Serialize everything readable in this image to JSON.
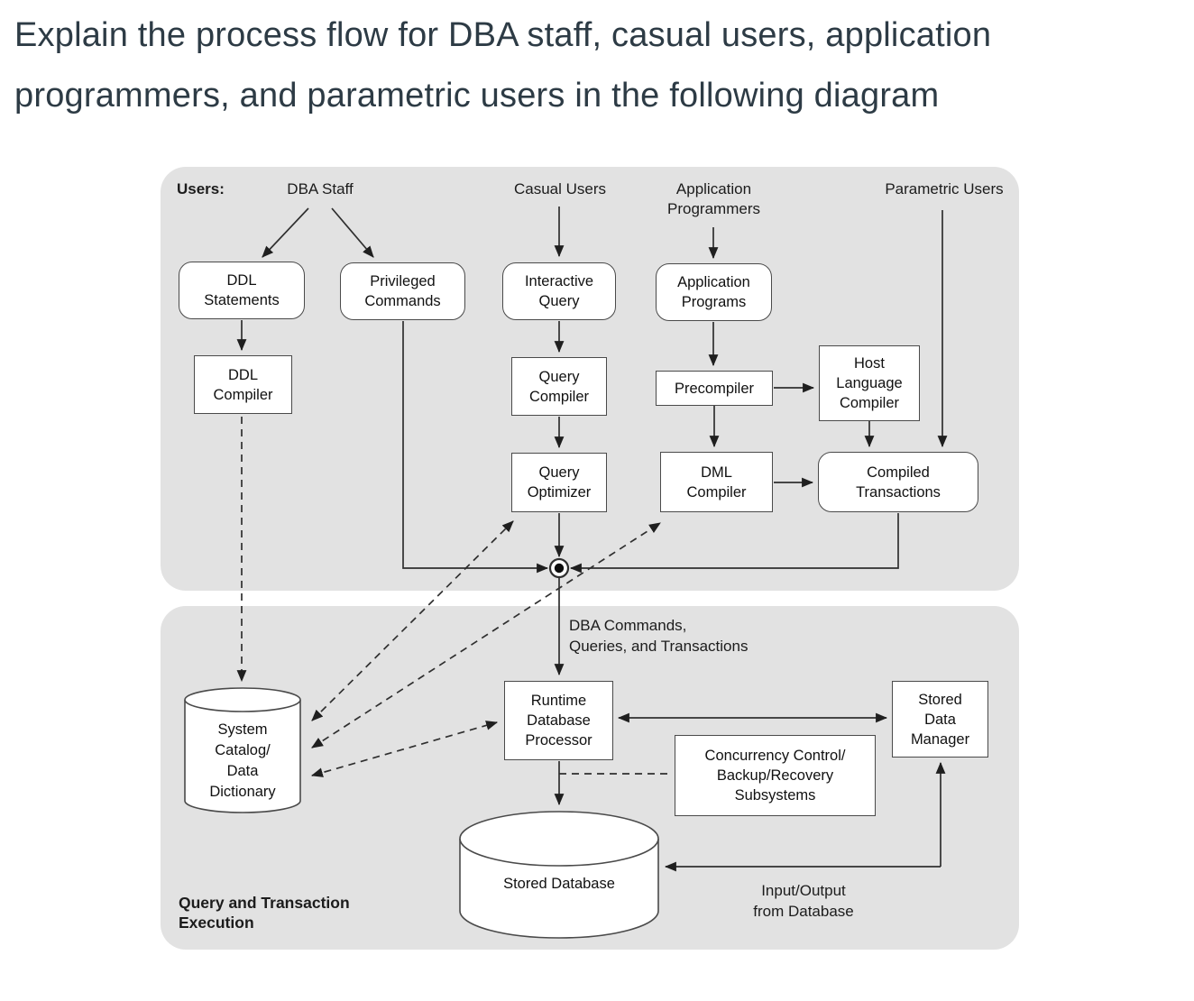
{
  "question": {
    "text": "Explain the process flow for DBA staff, casual users, application programmers, and parametric users in the following diagram"
  },
  "diagram": {
    "users_label": "Users:",
    "user_groups": [
      {
        "label": "DBA Staff"
      },
      {
        "label": "Casual Users"
      },
      {
        "label": "Application\nProgrammers"
      },
      {
        "label": "Parametric Users"
      }
    ],
    "nodes": {
      "ddl_statements": "DDL\nStatements",
      "privileged_commands": "Privileged\nCommands",
      "interactive_query": "Interactive\nQuery",
      "application_programs": "Application\nPrograms",
      "ddl_compiler": "DDL\nCompiler",
      "query_compiler": "Query\nCompiler",
      "precompiler": "Precompiler",
      "host_language_compiler": "Host\nLanguage\nCompiler",
      "query_optimizer": "Query\nOptimizer",
      "dml_compiler": "DML\nCompiler",
      "compiled_transactions": "Compiled\nTransactions",
      "runtime_database_processor": "Runtime\nDatabase\nProcessor",
      "stored_data_manager": "Stored\nData\nManager",
      "concurrency_subsystems": "Concurrency Control/\nBackup/Recovery\nSubsystems",
      "system_catalog": "System\nCatalog/\nData\nDictionary",
      "stored_database": "Stored Database"
    },
    "annotations": {
      "dba_commands": "DBA Commands,\nQueries, and Transactions",
      "io_from_database": "Input/Output\nfrom Database",
      "section_label": "Query and Transaction\nExecution"
    },
    "colors": {
      "panel_bg": "#e2e2e2",
      "box_border": "#4a4a4a",
      "line": "#2f2f2f",
      "heading_text": "#2d3b45"
    }
  }
}
